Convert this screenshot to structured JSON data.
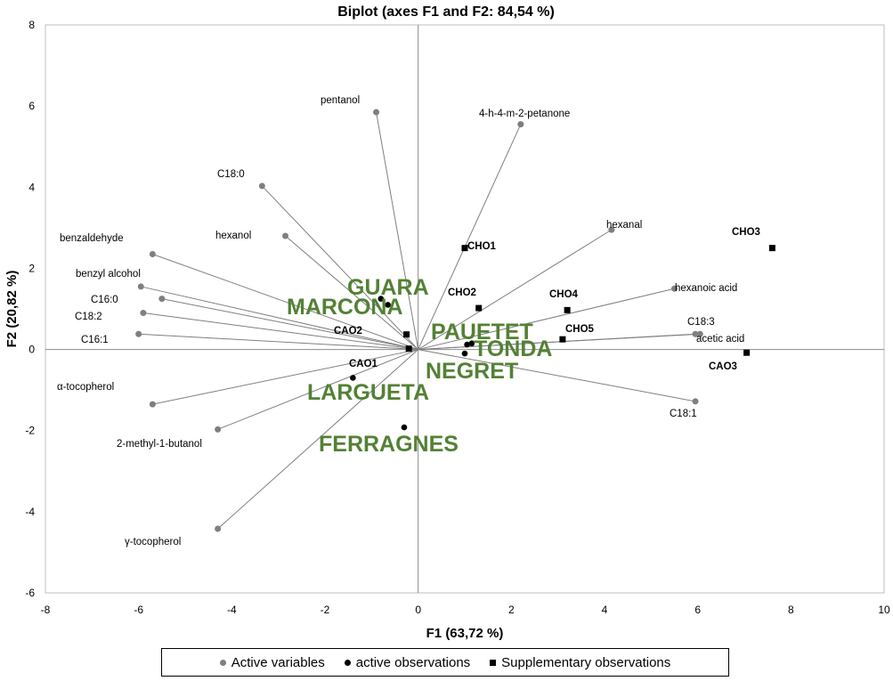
{
  "chart_data": {
    "type": "scatter",
    "title": "Biplot (axes F1 and F2: 84,54 %)",
    "xlabel": "F1 (63,72 %)",
    "ylabel": "F2 (20,82 %)",
    "xlim": [
      -8,
      10
    ],
    "ylim": [
      -6,
      8
    ],
    "xticks": [
      -8,
      -6,
      -4,
      -2,
      0,
      2,
      4,
      6,
      8,
      10
    ],
    "yticks": [
      -6,
      -4,
      -2,
      0,
      2,
      4,
      6,
      8
    ],
    "grid": false,
    "legend_position": "bottom",
    "colors": {
      "variables": "#7f7f7f",
      "observations": "#000000",
      "supplementary": "#000000",
      "cultivar_labels": "#538135"
    },
    "legend": [
      {
        "label": "Active variables",
        "marker": "circle",
        "color": "#7f7f7f"
      },
      {
        "label": "active observations",
        "marker": "circle",
        "color": "#000000"
      },
      {
        "label": "Supplementary observations",
        "marker": "square",
        "color": "#000000"
      }
    ],
    "active_variables": [
      {
        "name": "pentanol",
        "x": -0.9,
        "y": 5.85
      },
      {
        "name": "4-h-4-m-2-petanone",
        "x": 2.2,
        "y": 5.55
      },
      {
        "name": "C18:0",
        "x": -3.35,
        "y": 4.03
      },
      {
        "name": "hexanol",
        "x": -2.85,
        "y": 2.8
      },
      {
        "name": "hexanal",
        "x": 4.15,
        "y": 2.95
      },
      {
        "name": "benzaldehyde",
        "x": -5.7,
        "y": 2.35
      },
      {
        "name": "benzyl alcohol",
        "x": -5.95,
        "y": 1.55
      },
      {
        "name": "C16:0",
        "x": -5.5,
        "y": 1.25
      },
      {
        "name": "C18:2",
        "x": -5.9,
        "y": 0.9
      },
      {
        "name": "C16:1",
        "x": -6.0,
        "y": 0.38
      },
      {
        "name": "hexanoic acid",
        "x": 5.5,
        "y": 1.5
      },
      {
        "name": "C18:3",
        "x": 5.95,
        "y": 0.38
      },
      {
        "name": "acetic acid",
        "x": 6.05,
        "y": 0.38
      },
      {
        "name": "C18:1",
        "x": 5.95,
        "y": -1.28
      },
      {
        "name": "α-tocopherol",
        "x": -5.7,
        "y": -1.35
      },
      {
        "name": "2-methyl-1-butanol",
        "x": -4.3,
        "y": -1.97
      },
      {
        "name": "γ-tocopherol",
        "x": -4.3,
        "y": -4.42
      }
    ],
    "active_observations": [
      {
        "name": "GUARA",
        "x": -0.8,
        "y": 1.25
      },
      {
        "name": "MARCONA",
        "x": -0.65,
        "y": 1.1
      },
      {
        "name": "PAUETET",
        "x": 1.15,
        "y": 0.15
      },
      {
        "name": "TONDA",
        "x": 1.05,
        "y": 0.12
      },
      {
        "name": "NEGRET",
        "x": 1.0,
        "y": -0.1
      },
      {
        "name": "LARGUETA",
        "x": -1.4,
        "y": -0.7
      },
      {
        "name": "FERRAGNES",
        "x": -0.3,
        "y": -1.92
      }
    ],
    "supplementary_observations": [
      {
        "name": "CHO1",
        "x": 1.0,
        "y": 2.5
      },
      {
        "name": "CHO2",
        "x": 1.3,
        "y": 1.02
      },
      {
        "name": "CHO3",
        "x": 7.6,
        "y": 2.5
      },
      {
        "name": "CHO4",
        "x": 3.2,
        "y": 0.97
      },
      {
        "name": "CHO5",
        "x": 3.1,
        "y": 0.25
      },
      {
        "name": "CAO1",
        "x": -0.2,
        "y": 0.02
      },
      {
        "name": "CAO2",
        "x": -0.25,
        "y": 0.37
      },
      {
        "name": "CAO3",
        "x": 7.05,
        "y": -0.08
      }
    ],
    "variable_labels": [
      {
        "name": "pentanol",
        "text": "pentanol"
      },
      {
        "name": "4-h-4-m-2-petanone",
        "text": "4-h-4-m-2-petanone"
      },
      {
        "name": "C18:0",
        "text": "C18:0"
      },
      {
        "name": "hexanol",
        "text": "hexanol"
      },
      {
        "name": "hexanal",
        "text": "hexanal"
      },
      {
        "name": "benzaldehyde",
        "text": "benzaldehyde"
      },
      {
        "name": "benzyl alcohol",
        "text": "benzyl alcohol"
      },
      {
        "name": "C16:0",
        "text": "C16:0"
      },
      {
        "name": "C18:2",
        "text": "C18:2"
      },
      {
        "name": "C16:1",
        "text": "C16:1"
      },
      {
        "name": "hexanoic acid",
        "text": "hexanoic acid"
      },
      {
        "name": "C18:3",
        "text": "C18:3"
      },
      {
        "name": "acetic acid",
        "text": "acetic acid"
      },
      {
        "name": "C18:1",
        "text": "C18:1"
      },
      {
        "name": "α-tocopherol",
        "text": "α-tocopherol"
      },
      {
        "name": "2-methyl-1-butanol",
        "text": "2-methyl-1-butanol"
      },
      {
        "name": "γ-tocopherol",
        "text": "γ-tocopherol"
      }
    ]
  }
}
